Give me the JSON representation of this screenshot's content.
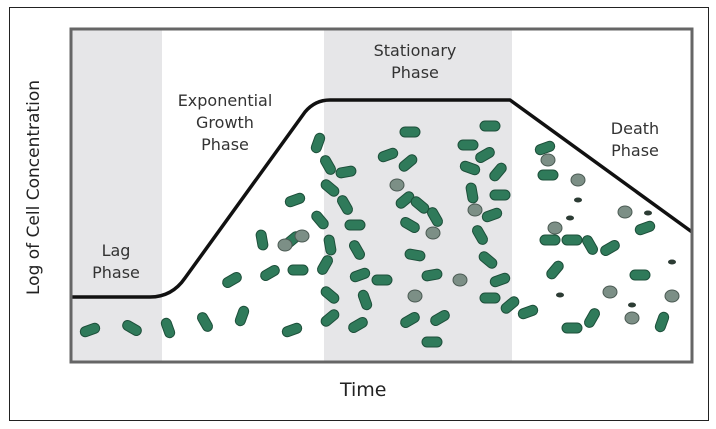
{
  "diagram": {
    "y_axis_label": "Log of Cell Concentration",
    "x_axis_label": "Time",
    "phases": [
      {
        "line1": "Lag",
        "line2": "Phase"
      },
      {
        "line1": "Exponential",
        "line2": "Growth",
        "line3": "Phase"
      },
      {
        "line1": "Stationary",
        "line2": "Phase"
      },
      {
        "line1": "Death",
        "line2": "Phase"
      }
    ],
    "colors": {
      "band": "#e6e6e8",
      "curve": "#111111",
      "bacteria": "#2f7a5a",
      "plot_border": "#666666"
    }
  }
}
